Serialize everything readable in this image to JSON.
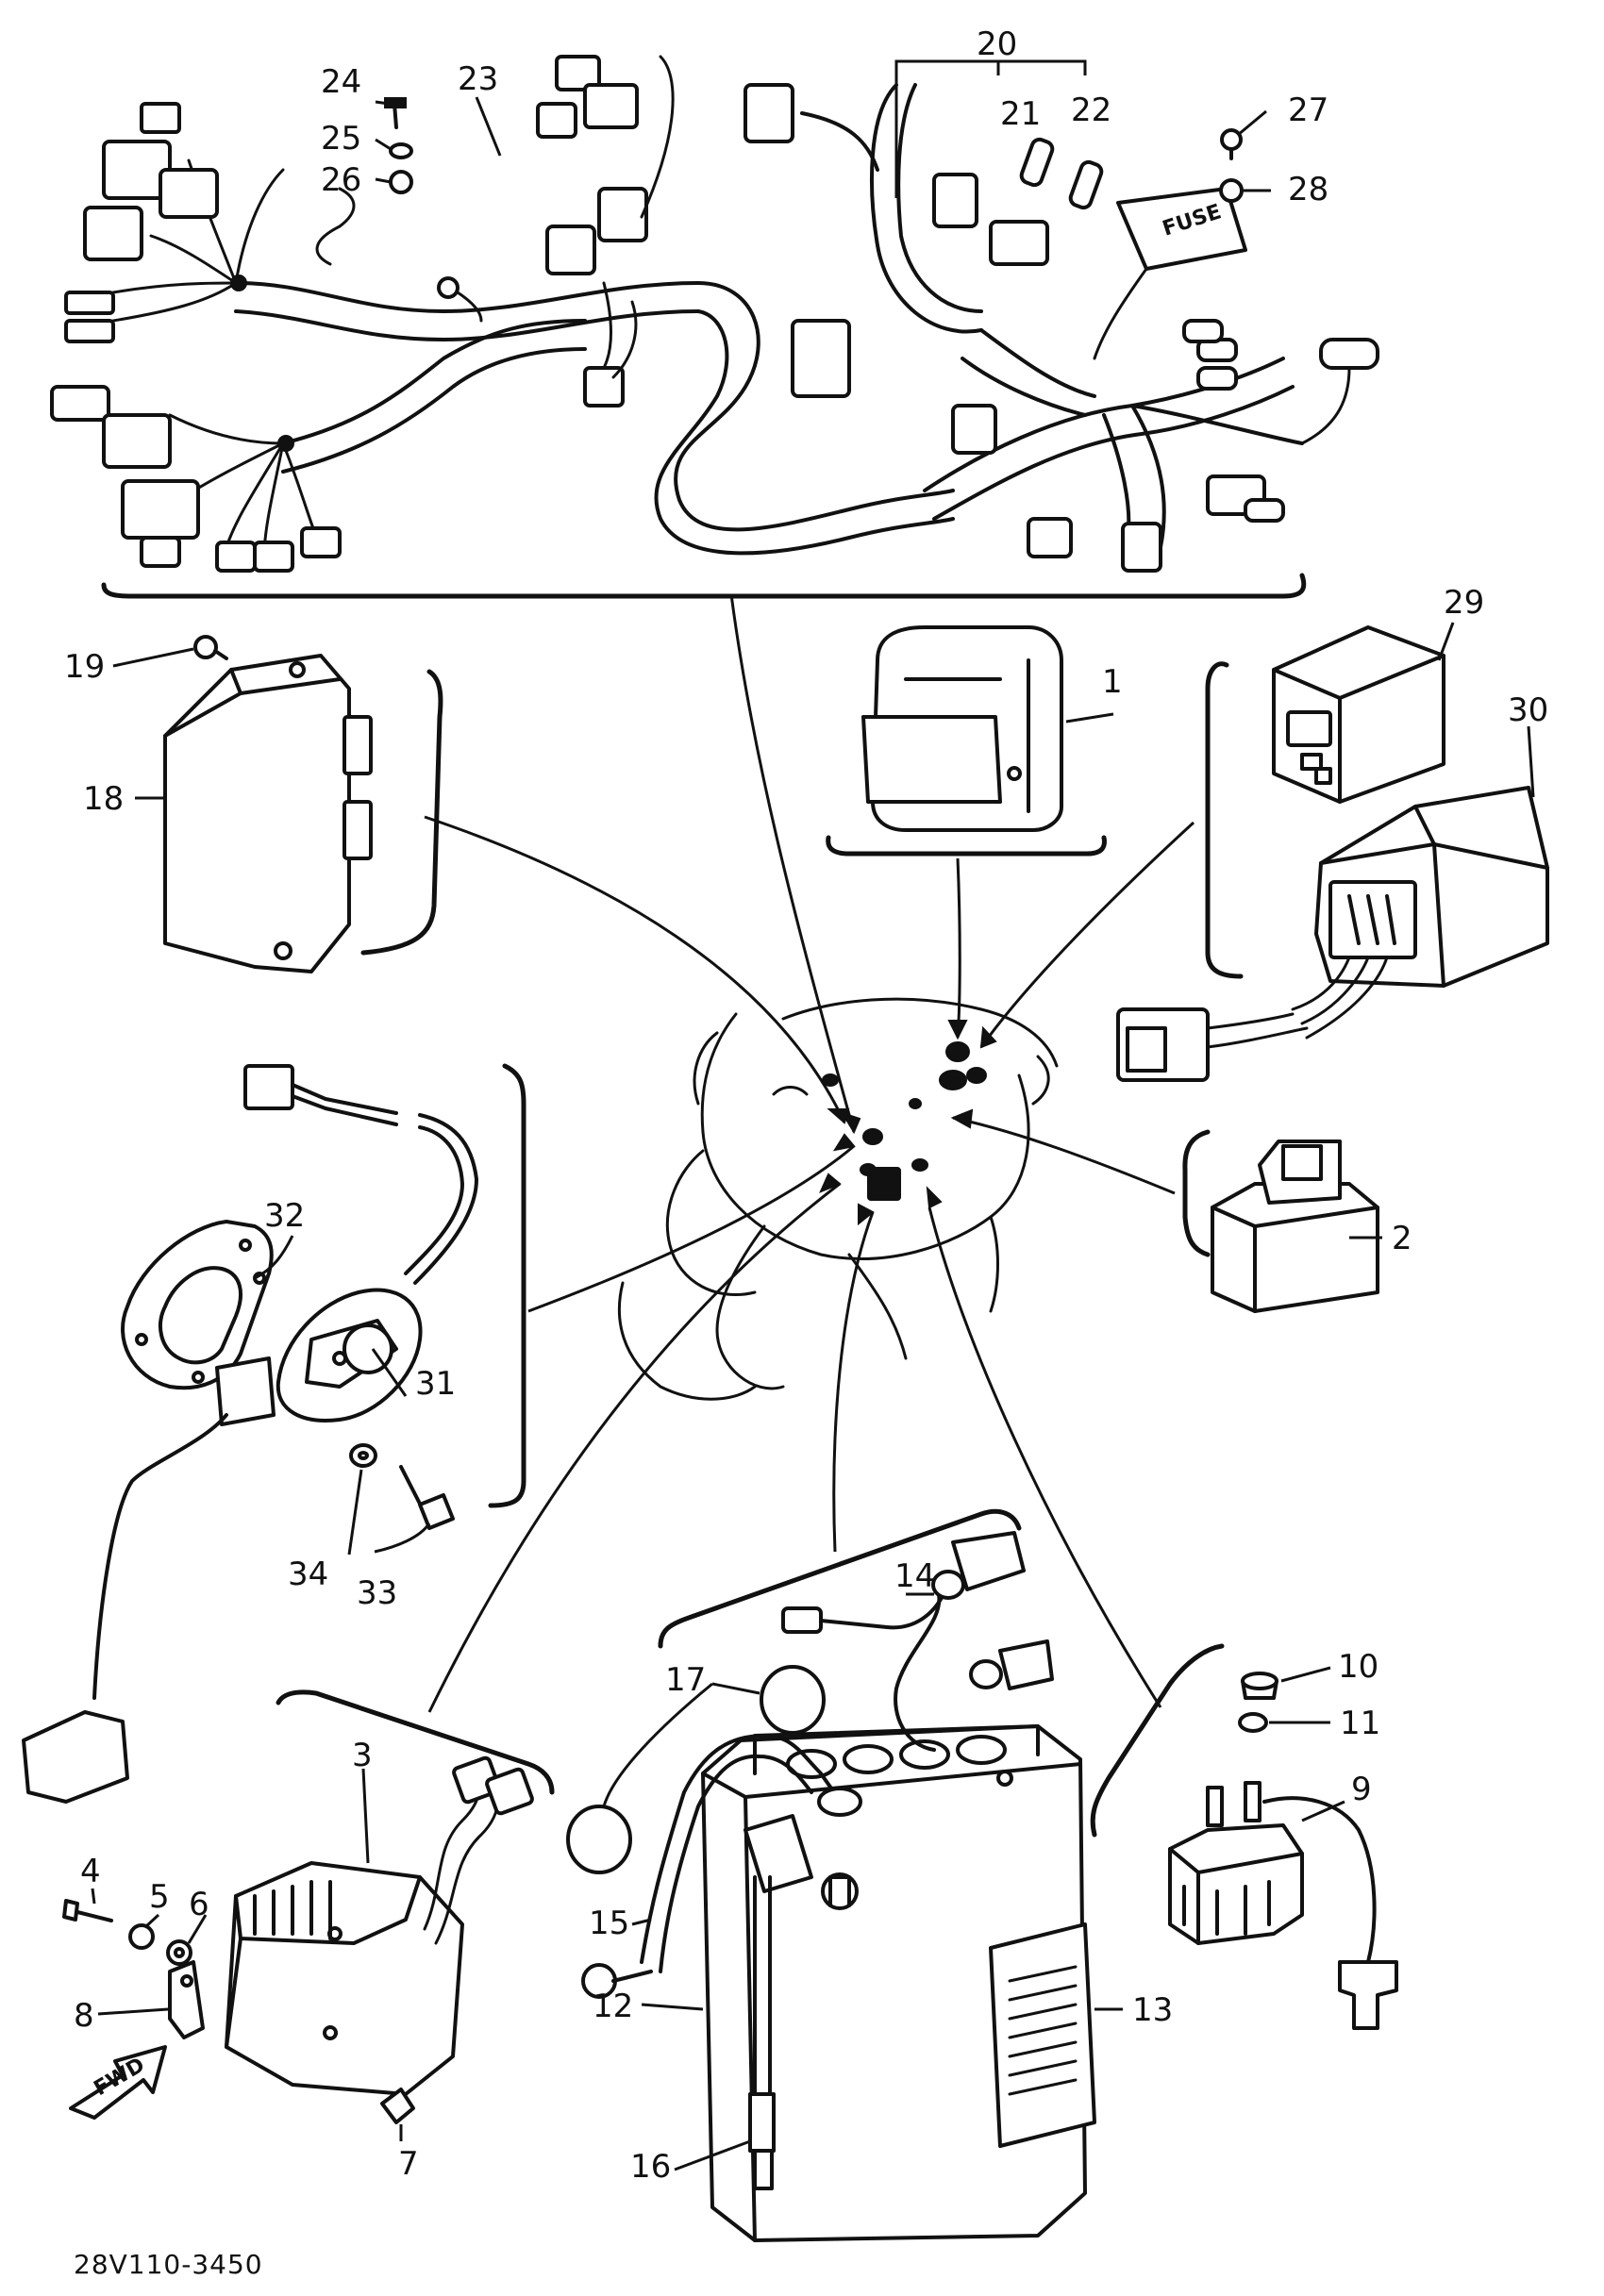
{
  "diagram_code": "28V110-3450",
  "fwd_label": "FWD",
  "fuse_label": "FUSE",
  "callouts": {
    "n1": "1",
    "n2": "2",
    "n3": "3",
    "n4": "4",
    "n5": "5",
    "n6": "6",
    "n7": "7",
    "n8": "8",
    "n9": "9",
    "n10": "10",
    "n11": "11",
    "n12": "12",
    "n13": "13",
    "n14": "14",
    "n15": "15",
    "n16": "16",
    "n17": "17",
    "n18": "18",
    "n19": "19",
    "n20": "20",
    "n21": "21",
    "n22": "22",
    "n23": "23",
    "n24": "24",
    "n25": "25",
    "n26": "26",
    "n27": "27",
    "n28": "28",
    "n29": "29",
    "n30": "30",
    "n31": "31",
    "n32": "32",
    "n33": "33",
    "n34": "34"
  }
}
